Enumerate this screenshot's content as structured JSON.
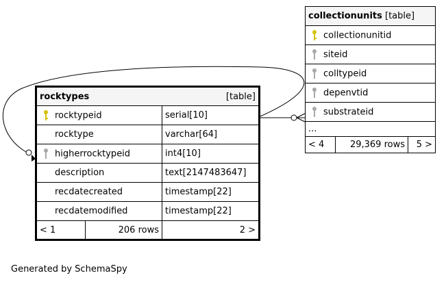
{
  "rocktypes": {
    "name": "rocktypes",
    "type_label": "[table]",
    "columns": [
      {
        "name": "rocktypeid",
        "type": "serial[10]",
        "key": "primary"
      },
      {
        "name": "rocktype",
        "type": "varchar[64]",
        "key": "none"
      },
      {
        "name": "higherrocktypeid",
        "type": "int4[10]",
        "key": "foreign"
      },
      {
        "name": "description",
        "type": "text[2147483647]",
        "key": "none"
      },
      {
        "name": "recdatecreated",
        "type": "timestamp[22]",
        "key": "none"
      },
      {
        "name": "recdatemodified",
        "type": "timestamp[22]",
        "key": "none"
      }
    ],
    "footer": {
      "parents": "< 1",
      "rows": "206 rows",
      "children": "2 >"
    }
  },
  "collectionunits": {
    "name": "collectionunits",
    "type_label": "[table]",
    "columns": [
      {
        "name": "collectionunitid",
        "key": "primary"
      },
      {
        "name": "siteid",
        "key": "foreign"
      },
      {
        "name": "colltypeid",
        "key": "foreign"
      },
      {
        "name": "depenvtid",
        "key": "foreign"
      },
      {
        "name": "substrateid",
        "key": "foreign"
      }
    ],
    "more": "...",
    "footer": {
      "parents": "< 4",
      "rows": "29,369 rows",
      "children": "5 >"
    }
  },
  "colors": {
    "primary_key": "#d4c200",
    "foreign_key": "#a8a8a8",
    "header_bg": "#f5f5f5"
  },
  "footer_text": "Generated by SchemaSpy"
}
